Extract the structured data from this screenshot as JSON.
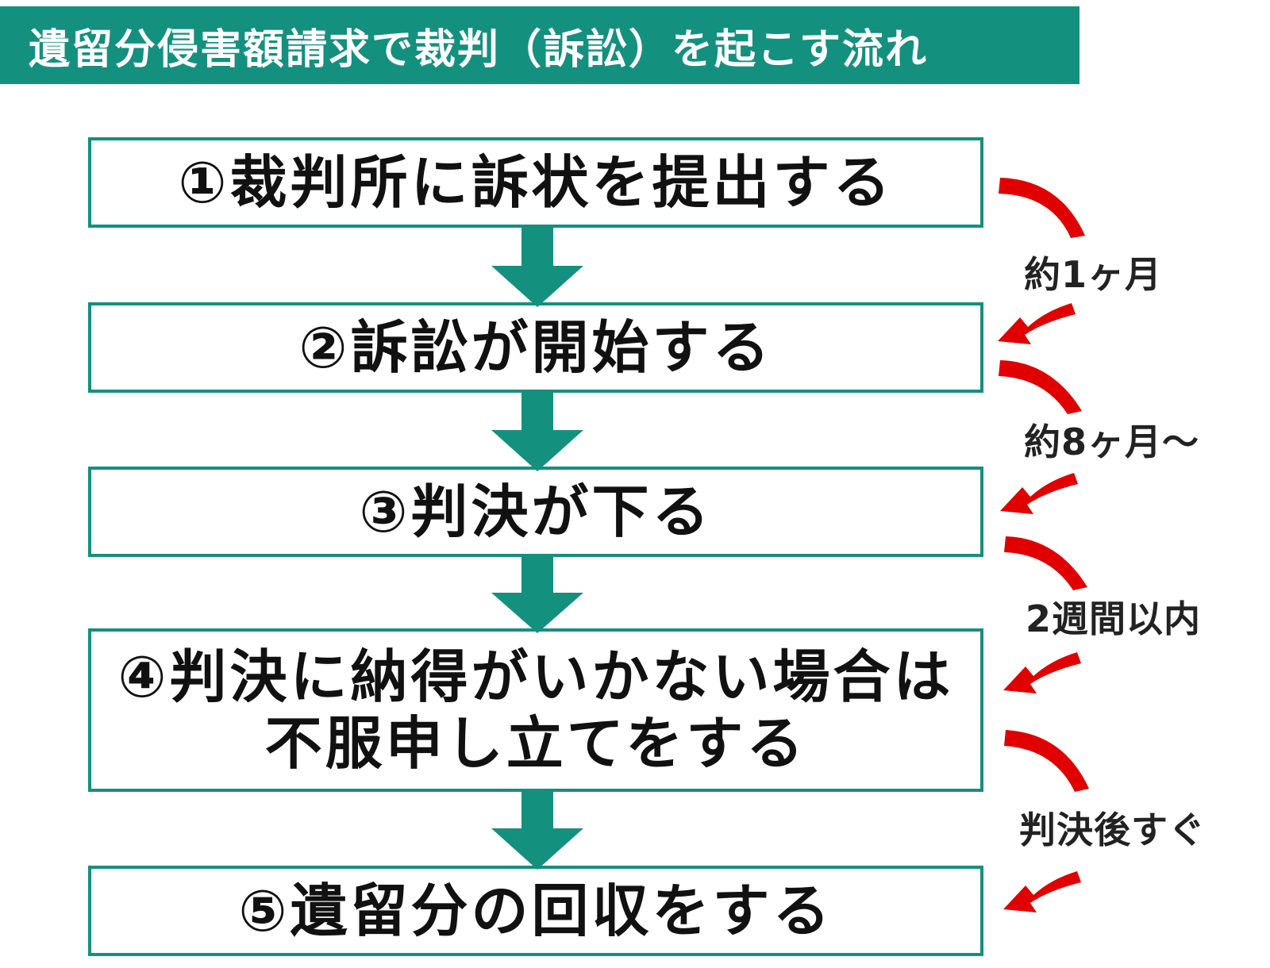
{
  "title": "遺留分侵害額請求で裁判（訴訟）を起こす流れ",
  "steps": [
    {
      "lines": [
        "①裁判所に訴状を提出する"
      ]
    },
    {
      "lines": [
        "②訴訟が開始する"
      ]
    },
    {
      "lines": [
        "③判決が下る"
      ]
    },
    {
      "lines": [
        "④判決に納得がいかない場合は",
        "不服申し立てをする"
      ]
    },
    {
      "lines": [
        "⑤遺留分の回収をする"
      ]
    }
  ],
  "durations": [
    "約1ヶ月",
    "約8ヶ月〜",
    "2週間以内",
    "判決後すぐ"
  ],
  "colors": {
    "accent": "#14907f",
    "arrow_red": "#e00000",
    "text": "#111111"
  },
  "icons": {
    "flow_arrow": "down-arrow-icon",
    "duration_arrow": "curved-arrow-icon"
  }
}
